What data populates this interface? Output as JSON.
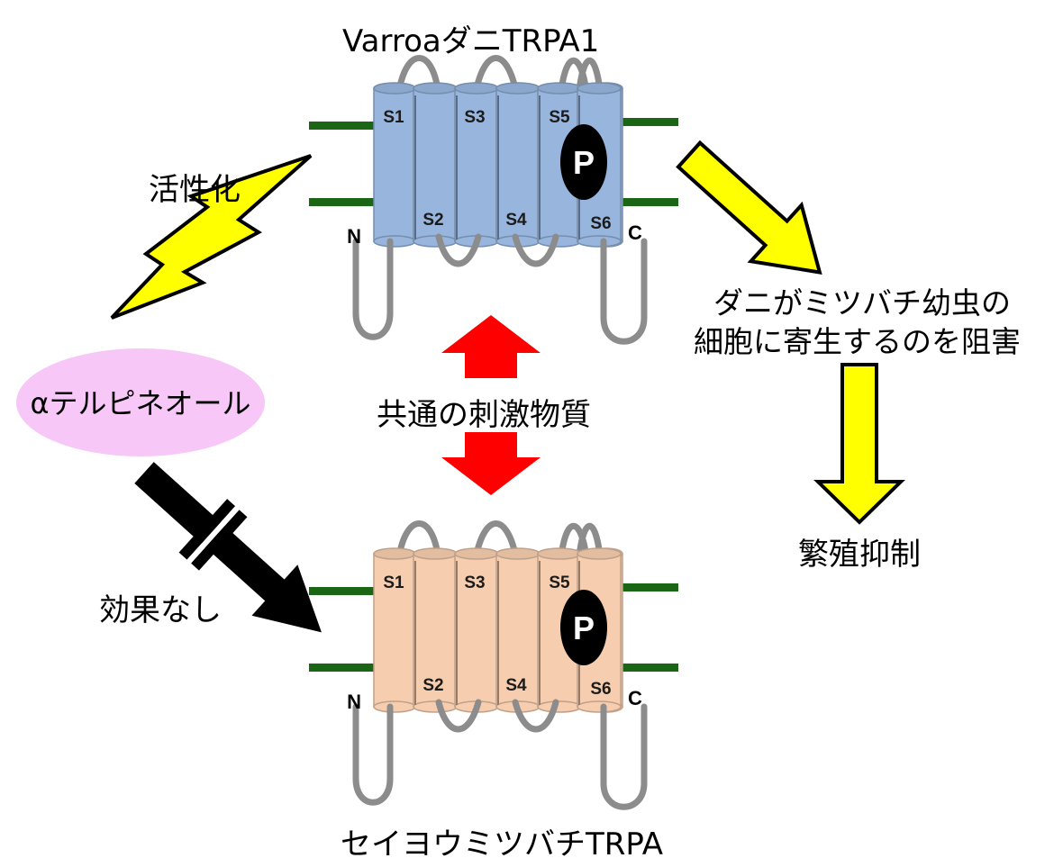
{
  "titles": {
    "top": "VarroaダニTRPA1",
    "bottom": "セイヨウミツバチTRPA"
  },
  "labels": {
    "activation": "活性化",
    "no_effect": "効果なし",
    "common_stimulus": "共通の刺激物質",
    "compound": "αテルピネオール",
    "prevent_line1": "ダニがミツバチ幼虫の",
    "prevent_line2": "細胞に寄生するのを阻害",
    "suppression": "繁殖抑制"
  },
  "channel": {
    "segments": [
      "S1",
      "S2",
      "S3",
      "S4",
      "S5",
      "S6"
    ],
    "n_terminus": "N",
    "c_terminus": "C",
    "pore": "P"
  },
  "colors": {
    "mite_channel": "#97b5dd",
    "bee_channel": "#f6cdae",
    "loop": "#8c8c8c",
    "membrane": "#1a6614",
    "yellow_arrow": "#ffff00",
    "red_arrow": "#ff0000",
    "black_arrow": "#000000",
    "compound_ellipse": "#f7c8f7"
  }
}
